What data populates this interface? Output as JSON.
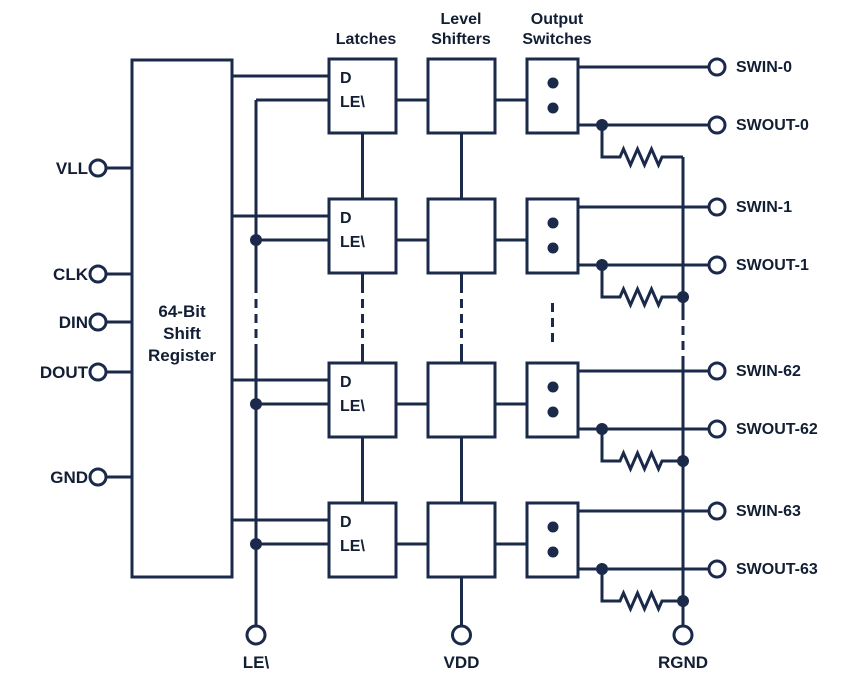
{
  "colors": {
    "ink": "#1b2a4a",
    "text_ink": "#121e33",
    "background": "#ffffff"
  },
  "register": {
    "line1": "64-Bit",
    "line2": "Shift",
    "line3": "Register"
  },
  "headers": {
    "latches": "Latches",
    "level1": "Level",
    "level2": "Shifters",
    "output1": "Output",
    "output2": "Switches"
  },
  "latch": {
    "d_label": "D",
    "le_label": "LE\\"
  },
  "left_pins": [
    {
      "label": "VLL"
    },
    {
      "label": "CLK"
    },
    {
      "label": "DIN"
    },
    {
      "label": "DOUT"
    },
    {
      "label": "GND"
    }
  ],
  "bottom_pins": [
    {
      "label": "LE\\"
    },
    {
      "label": "VDD"
    },
    {
      "label": "RGND"
    }
  ],
  "rows": [
    {
      "swin": "SWIN-0",
      "swout": "SWOUT-0"
    },
    {
      "swin": "SWIN-1",
      "swout": "SWOUT-1"
    },
    {
      "swin": "SWIN-62",
      "swout": "SWOUT-62"
    },
    {
      "swin": "SWIN-63",
      "swout": "SWOUT-63"
    }
  ]
}
